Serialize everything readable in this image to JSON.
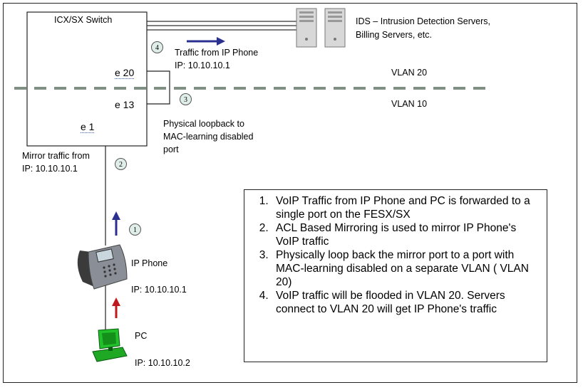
{
  "switch": {
    "title": "ICX/SX Switch",
    "port_e20": "e 20",
    "port_e13": "e 13",
    "port_e1": "e 1"
  },
  "servers": {
    "label_line1": "IDS – Intrusion Detection Servers,",
    "label_line2": "Billing Servers, etc.",
    "icon": "server-icon"
  },
  "traffic_note": {
    "line1": "Traffic from IP Phone",
    "line2": "IP: 10.10.10.1"
  },
  "vlans": {
    "upper": "VLAN 20",
    "lower": "VLAN 10",
    "divider_color": "#7f8f84"
  },
  "loopback_note": {
    "line1": "Physical loopback to",
    "line2": "MAC-learning disabled",
    "line3": "port"
  },
  "mirror_note": {
    "line1": "Mirror traffic from",
    "line2": "IP: 10.10.10.1"
  },
  "phone": {
    "label": "IP Phone",
    "ip": "IP: 10.10.10.1",
    "icon": "ip-phone-icon"
  },
  "pc": {
    "label": "PC",
    "ip": "IP: 10.10.10.2",
    "icon": "pc-icon"
  },
  "step_badges": [
    "1",
    "2",
    "3",
    "4"
  ],
  "arrow_colors": {
    "blue": "#2b2f8f",
    "red": "#c0191d"
  },
  "notes": [
    "VoIP Traffic from IP Phone and PC is forwarded to a single port on the FESX/SX",
    "ACL Based Mirroring is used to mirror IP Phone's VoIP traffic",
    "Physically loop back the mirror port to a port with MAC-learning disabled on a separate VLAN ( VLAN 20)",
    "VoIP traffic will be flooded in VLAN 20. Servers connect to VLAN 20 will get  IP Phone's traffic"
  ]
}
